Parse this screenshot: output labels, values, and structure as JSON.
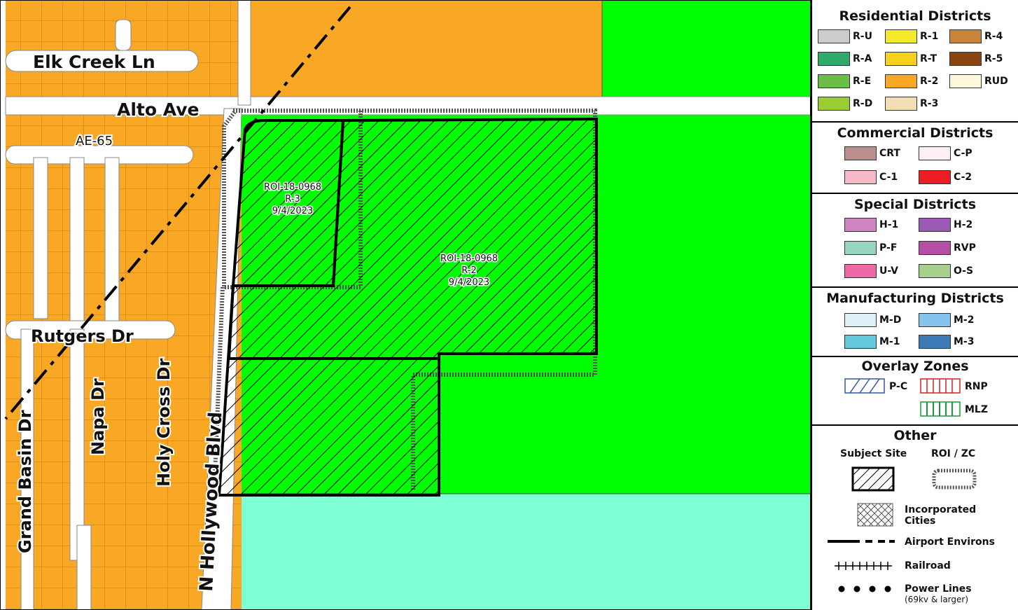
{
  "map": {
    "streets": {
      "elk_creek": "Elk Creek Ln",
      "alto": "Alto Ave",
      "rutgers": "Rutgers Dr",
      "napa": "Napa Dr",
      "holy_cross": "Holy Cross Dr",
      "grand_basin": "Grand Basin Dr",
      "hollywood": "N Hollywood Blvd"
    },
    "zone_label": "AE-65",
    "parcels": [
      {
        "id": "ROI-18-0968",
        "zone": "R-3",
        "date": "9/4/2023"
      },
      {
        "id": "ROI-18-0968",
        "zone": "R-2",
        "date": "9/4/2023"
      }
    ],
    "colors": {
      "r2_orange": "#f9a825",
      "re_green": "#00ff00",
      "mlz_aqua": "#7fffd4",
      "street": "#ffffff",
      "parcel_line": "#ff8c00"
    }
  },
  "legend": {
    "residential": {
      "title": "Residential Districts",
      "items": [
        {
          "code": "R-U",
          "color": "#cccccc"
        },
        {
          "code": "R-1",
          "color": "#f3ea2a"
        },
        {
          "code": "R-4",
          "color": "#c8843b"
        },
        {
          "code": "R-A",
          "color": "#2eaa6a"
        },
        {
          "code": "R-T",
          "color": "#f6d21a"
        },
        {
          "code": "R-5",
          "color": "#8b4513"
        },
        {
          "code": "R-E",
          "color": "#6bbf48"
        },
        {
          "code": "R-2",
          "color": "#f9a825"
        },
        {
          "code": "RUD",
          "color": "#fff8dc"
        },
        {
          "code": "R-D",
          "color": "#9acd32"
        },
        {
          "code": "R-3",
          "color": "#f4deb3"
        }
      ]
    },
    "commercial": {
      "title": "Commercial Districts",
      "items": [
        {
          "code": "CRT",
          "color": "#bc8f8f"
        },
        {
          "code": "C-P",
          "color": "#fff0f5"
        },
        {
          "code": "C-1",
          "color": "#f7b8c8"
        },
        {
          "code": "C-2",
          "color": "#ee1c25"
        }
      ]
    },
    "special": {
      "title": "Special Districts",
      "items": [
        {
          "code": "H-1",
          "color": "#d085c0"
        },
        {
          "code": "H-2",
          "color": "#9b59b6"
        },
        {
          "code": "P-F",
          "color": "#98d4c0"
        },
        {
          "code": "RVP",
          "color": "#b44fa5"
        },
        {
          "code": "U-V",
          "color": "#ee6aa7"
        },
        {
          "code": "O-S",
          "color": "#a8d08d"
        }
      ]
    },
    "manufacturing": {
      "title": "Manufacturing Districts",
      "items": [
        {
          "code": "M-D",
          "color": "#ddf1f7"
        },
        {
          "code": "M-2",
          "color": "#87c4ed"
        },
        {
          "code": "M-1",
          "color": "#66c8dc"
        },
        {
          "code": "M-3",
          "color": "#3d7ab8"
        }
      ]
    },
    "overlay": {
      "title": "Overlay Zones",
      "items": [
        {
          "code": "P-C",
          "color": "#3355aa"
        },
        {
          "code": "RNP",
          "color": "#d62020"
        },
        {
          "code": "MLZ",
          "color": "#1a9a3a"
        }
      ]
    },
    "other": {
      "title": "Other",
      "subject_site": "Subject Site",
      "roi_zc": "ROI / ZC",
      "incorporated_1": "Incorporated",
      "incorporated_2": "Cities",
      "airport": "Airport Environs",
      "railroad": "Railroad",
      "power_1": "Power Lines",
      "power_2": "(69kv & larger)"
    }
  }
}
